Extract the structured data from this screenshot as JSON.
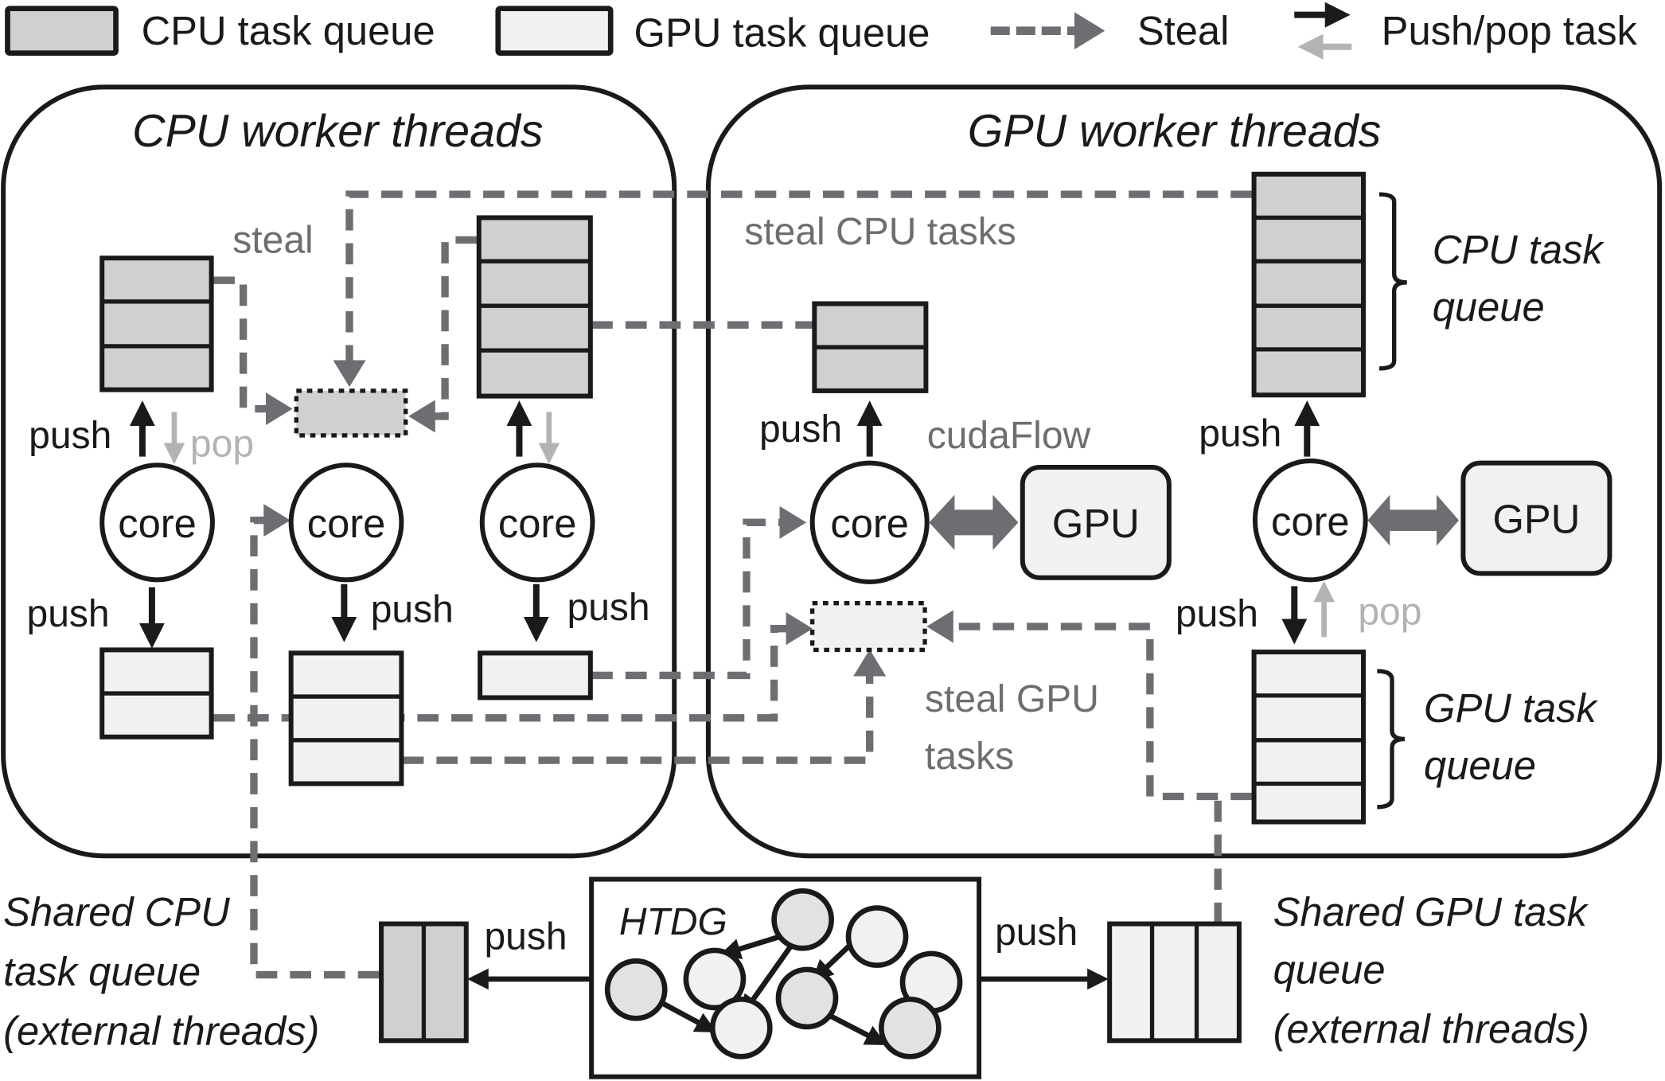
{
  "legend": {
    "cpu_queue": "CPU task queue",
    "gpu_queue": "GPU task queue",
    "steal": "Steal",
    "pushpop": "Push/pop task"
  },
  "colors": {
    "cpu_queue_fill": "#cfd0d2",
    "gpu_queue_fill": "#f1f1f1",
    "steal_arrow": "#6e6e72",
    "push_arrow": "#1a1a1a",
    "pop_arrow": "#b3b3b5"
  },
  "cpu_panel": {
    "title": "CPU worker threads",
    "steal_label": "steal",
    "core_label": "core",
    "push_label": "push",
    "pop_label": "pop"
  },
  "gpu_panel": {
    "title": "GPU worker threads",
    "steal_cpu_label": "steal CPU tasks",
    "steal_gpu_label_line1": "steal GPU",
    "steal_gpu_label_line2": "tasks",
    "cudaflow_label": "cudaFlow",
    "core_label": "core",
    "gpu_label": "GPU",
    "push_label": "push",
    "pop_label": "pop",
    "cpu_queue_brace_line1": "CPU task",
    "cpu_queue_brace_line2": "queue",
    "gpu_queue_brace_line1": "GPU task",
    "gpu_queue_brace_line2": "queue"
  },
  "bottom": {
    "shared_cpu_line1": "Shared CPU",
    "shared_cpu_line2": "task queue",
    "shared_cpu_line3": "(external threads)",
    "shared_gpu_line1": "Shared GPU task",
    "shared_gpu_line2": "queue",
    "shared_gpu_line3": "(external threads)",
    "htdg_label": "HTDG",
    "push_left": "push",
    "push_right": "push"
  }
}
